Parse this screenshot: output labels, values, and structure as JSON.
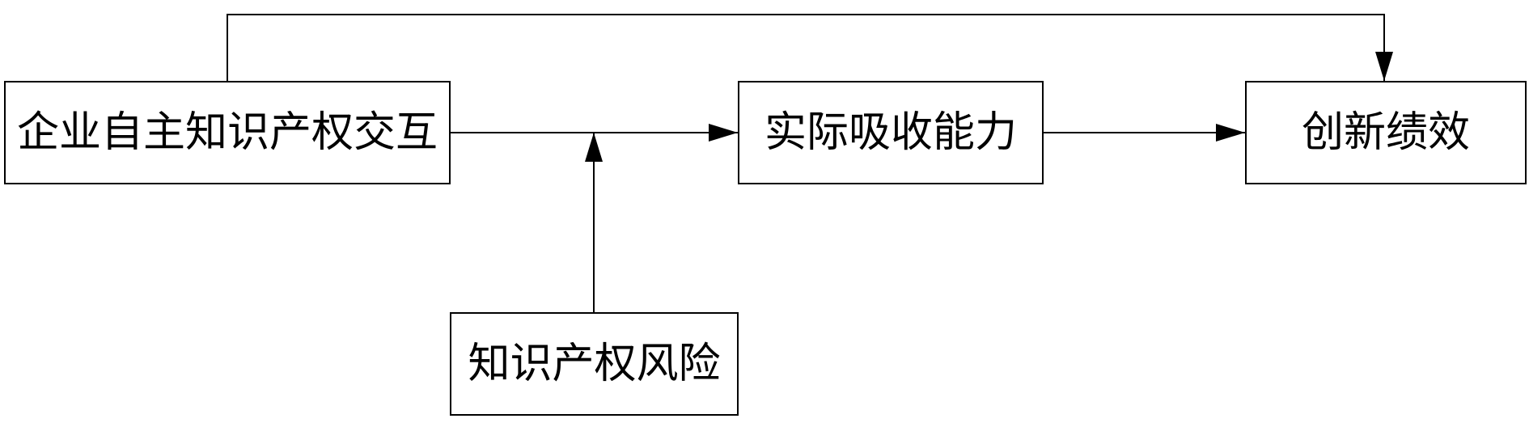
{
  "diagram": {
    "nodes": {
      "ip_interaction": "企业自主知识产权交互",
      "absorptive_capacity": "实际吸收能力",
      "innovation_performance": "创新绩效",
      "ip_risk": "知识产权风险"
    },
    "edges": [
      {
        "from": "ip_interaction",
        "to": "absorptive_capacity"
      },
      {
        "from": "absorptive_capacity",
        "to": "innovation_performance"
      },
      {
        "from": "ip_interaction",
        "to": "innovation_performance"
      },
      {
        "from": "ip_risk",
        "to": "ip_interaction->absorptive_capacity"
      }
    ]
  }
}
